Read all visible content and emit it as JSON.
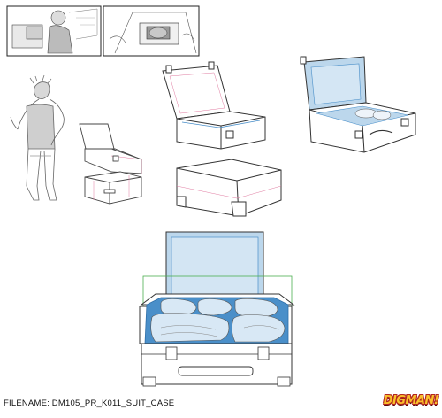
{
  "footer": {
    "filename_label": "FILENAME:",
    "filename_value": "DM105_PR_K011_SUIT_CASE"
  },
  "logo": {
    "text": "DIGMAN!",
    "colors": {
      "fill": "#f9c02b",
      "outline": "#b3261e"
    }
  },
  "colors": {
    "line": "#333333",
    "light_line": "#888888",
    "construction": "#e07aa0",
    "lining_blue": "#bcd7ec",
    "lining_blue_dark": "#4a8fc9",
    "guide_green": "#4caf50"
  },
  "icons": [
    "storyboard-panel",
    "character-sketch",
    "suitcase-sketch"
  ]
}
